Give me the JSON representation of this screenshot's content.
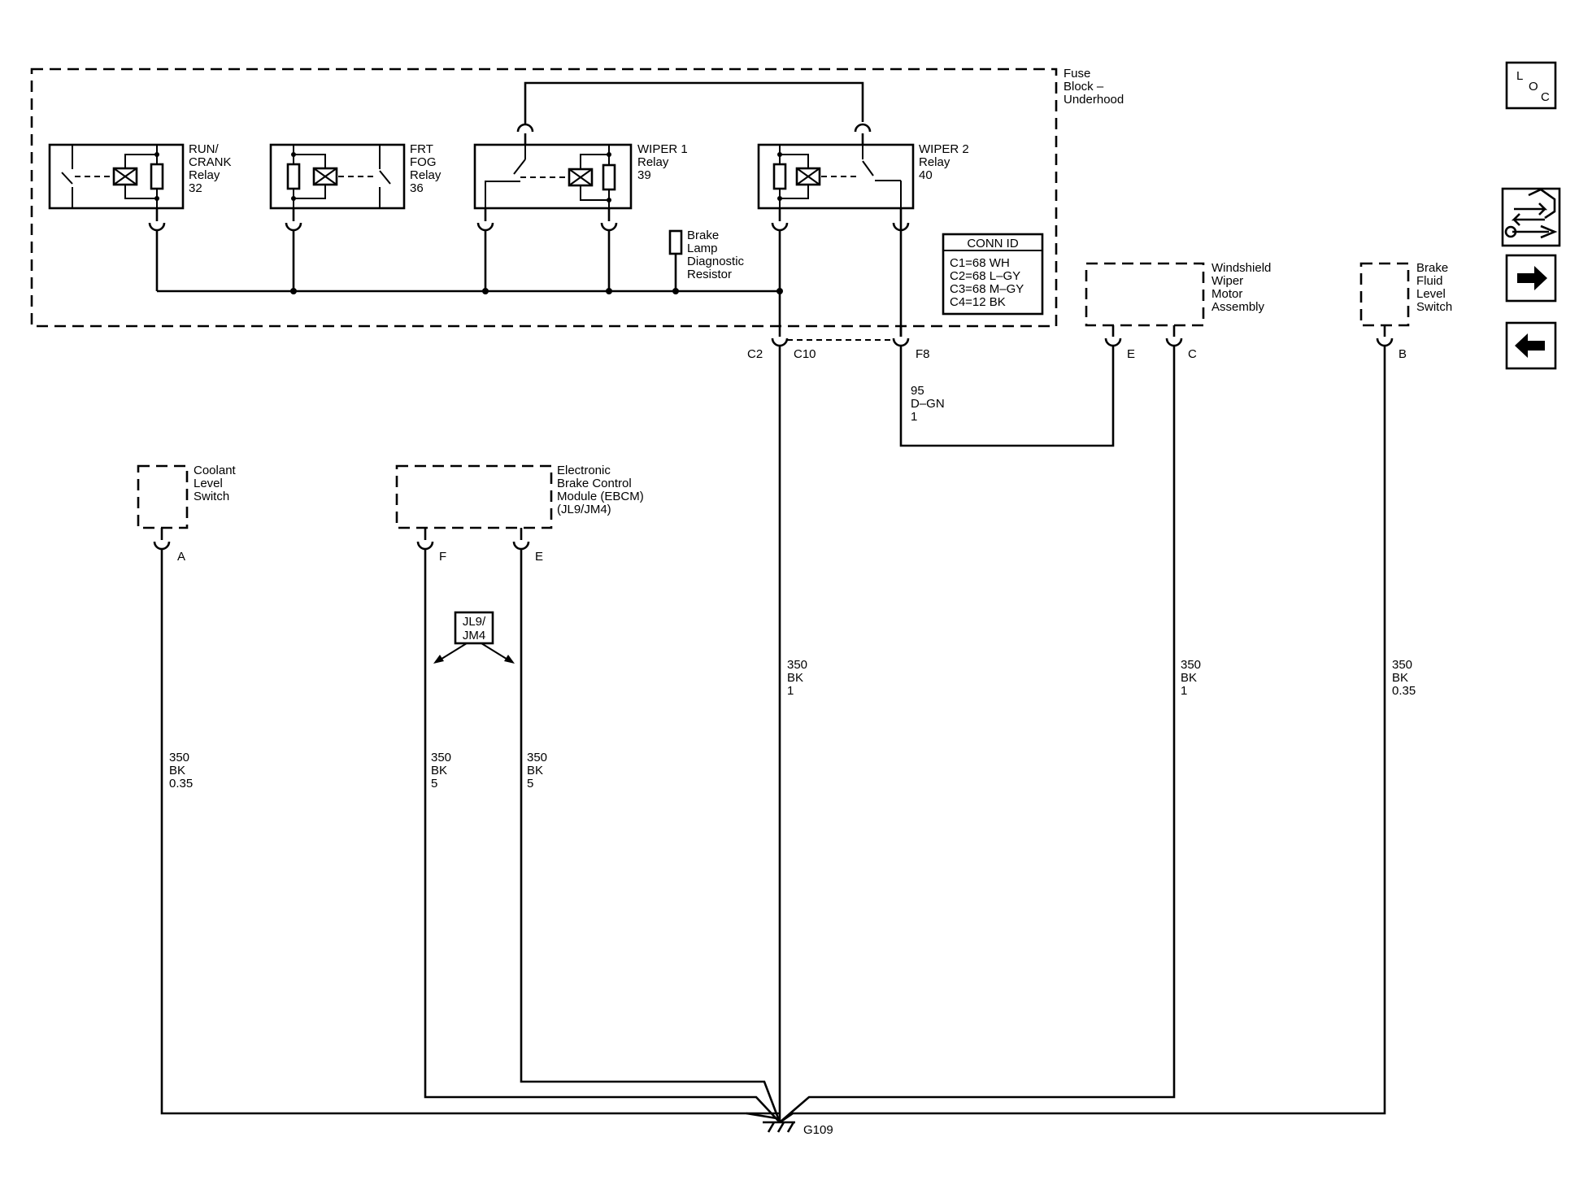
{
  "fuse_block": {
    "label": [
      "Fuse",
      "Block –",
      "Underhood"
    ]
  },
  "relays": [
    {
      "label": [
        "RUN/",
        "CRANK",
        "Relay",
        "32"
      ]
    },
    {
      "label": [
        "FRT",
        "FOG",
        "Relay",
        "36"
      ]
    },
    {
      "label": [
        "WIPER 1",
        "Relay",
        "39"
      ]
    },
    {
      "label": [
        "WIPER 2",
        "Relay",
        "40"
      ]
    }
  ],
  "resistor": {
    "label": [
      "Brake",
      "Lamp",
      "Diagnostic",
      "Resistor"
    ]
  },
  "conn_id": {
    "title": "CONN ID",
    "rows": [
      "C1=68 WH",
      "C2=68 L–GY",
      "C3=68 M–GY",
      "C4=12 BK"
    ]
  },
  "connectors": {
    "c2": "C2",
    "c10": "C10",
    "f8": "F8",
    "wiper_e": "E",
    "wiper_c": "C",
    "brake_fluid_b": "B",
    "coolant_a": "A",
    "ebcm_f": "F",
    "ebcm_e": "E"
  },
  "components": {
    "wiper_motor": [
      "Windshield",
      "Wiper",
      "Motor",
      "Assembly"
    ],
    "brake_fluid": [
      "Brake",
      "Fluid",
      "Level",
      "Switch"
    ],
    "coolant": [
      "Coolant",
      "Level",
      "Switch"
    ],
    "ebcm": [
      "Electronic",
      "Brake Control",
      "Module (EBCM)",
      "(JL9/JM4)"
    ]
  },
  "option_box": [
    "JL9/",
    "JM4"
  ],
  "wires": {
    "f8_wire": [
      "95",
      "D–GN",
      "1"
    ],
    "c2_wire": [
      "350",
      "BK",
      "1"
    ],
    "wiper_c_wire": [
      "350",
      "BK",
      "1"
    ],
    "brake_fluid_wire": [
      "350",
      "BK",
      "0.35"
    ],
    "coolant_wire": [
      "350",
      "BK",
      "0.35"
    ],
    "ebcm_f_wire": [
      "350",
      "BK",
      "5"
    ],
    "ebcm_e_wire": [
      "350",
      "BK",
      "5"
    ]
  },
  "ground": "G109",
  "nav": {
    "loc": [
      "L",
      "O",
      "C"
    ]
  },
  "icons": {
    "loc": "location-icon",
    "connector_wrench": "connector-tool-icon",
    "next": "arrow-right-icon",
    "prev": "arrow-left-icon"
  }
}
